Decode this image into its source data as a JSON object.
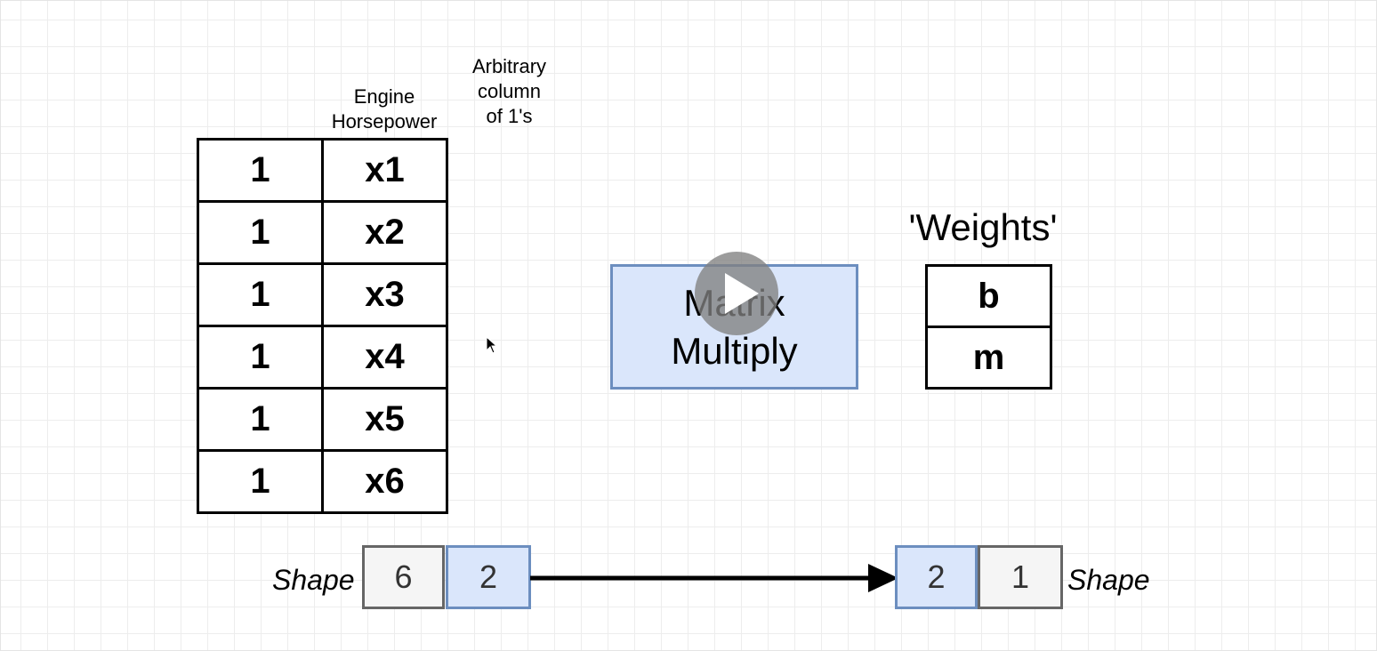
{
  "headers": {
    "col2": "Engine\nHorsepower",
    "col1": "Arbitrary\ncolumn\nof 1's"
  },
  "data_matrix": {
    "rows": [
      [
        "1",
        "x1"
      ],
      [
        "1",
        "x2"
      ],
      [
        "1",
        "x3"
      ],
      [
        "1",
        "x4"
      ],
      [
        "1",
        "x5"
      ],
      [
        "1",
        "x6"
      ]
    ]
  },
  "operation": {
    "label": "Matrix\nMultiply"
  },
  "weights": {
    "title": "'Weights'",
    "rows": [
      "b",
      "m"
    ]
  },
  "shapes": {
    "left": {
      "label": "Shape",
      "dims": [
        "6",
        "2"
      ]
    },
    "right": {
      "label": "Shape",
      "dims": [
        "2",
        "1"
      ]
    }
  },
  "colors": {
    "highlight_fill": "#dae6fb",
    "highlight_stroke": "#6c8ebf",
    "neutral_fill": "#f5f5f5",
    "neutral_stroke": "#666666"
  },
  "icons": {
    "play": "play-icon",
    "cursor": "mouse-pointer-icon"
  }
}
